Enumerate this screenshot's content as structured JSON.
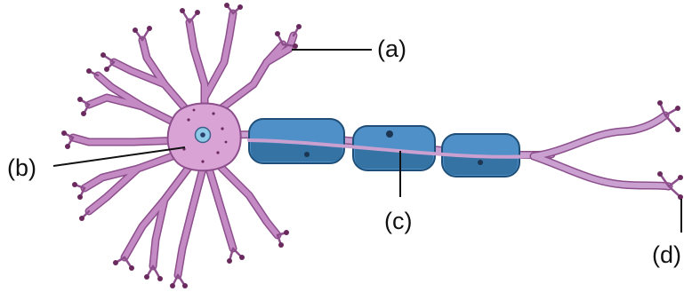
{
  "labels": {
    "a": "(a)",
    "b": "(b)",
    "c": "(c)",
    "d": "(d)"
  },
  "colors": {
    "cell_body": "#d9a3d6",
    "cell_outline": "#8c4f8c",
    "myelin_sheath": "#4f90c8",
    "myelin_dark": "#2f6e9e",
    "axon": "#c9a0cf",
    "nucleus": "#8ec9e6",
    "label_text": "#111111"
  },
  "icons": [
    "neuron-illustration"
  ]
}
